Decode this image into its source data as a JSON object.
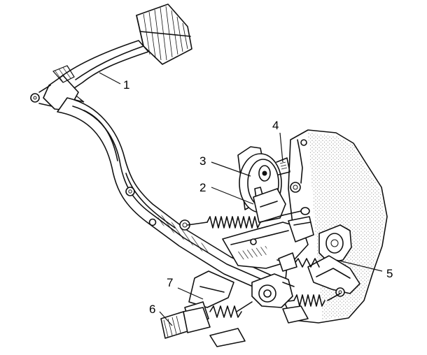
{
  "callouts": [
    {
      "id": "c1",
      "text": "1"
    },
    {
      "id": "c2",
      "text": "2"
    },
    {
      "id": "c3",
      "text": "3"
    },
    {
      "id": "c4",
      "text": "4"
    },
    {
      "id": "c5",
      "text": "5"
    },
    {
      "id": "c6",
      "text": "6"
    },
    {
      "id": "c7",
      "text": "7"
    }
  ]
}
